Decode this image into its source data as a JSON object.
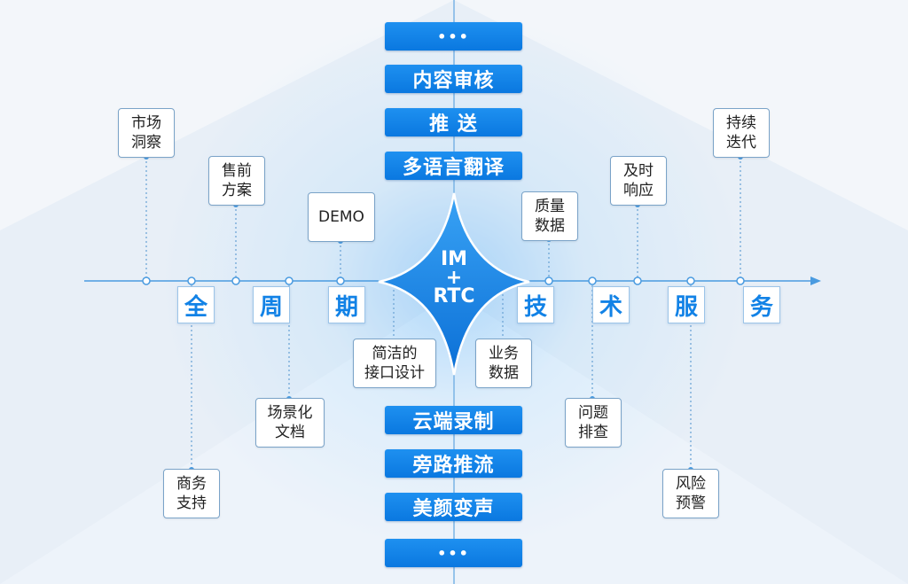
{
  "stack_top": [
    "•••",
    "内容审核",
    "推 送",
    "多语言翻译"
  ],
  "stack_bottom": [
    "云端录制",
    "旁路推流",
    "美颜变声",
    "•••"
  ],
  "center": {
    "line1": "IM",
    "line2": "+",
    "line3": "RTC"
  },
  "timeline_chars": [
    "全",
    "周",
    "期",
    "技",
    "术",
    "服",
    "务"
  ],
  "labels_above": {
    "market": "市场\n洞察",
    "presale": "售前\n方案",
    "demo": "DEMO",
    "quality": "质量\n数据",
    "response": "及时\n响应",
    "iteration": "持续\n迭代"
  },
  "labels_below": {
    "interface": "简洁的\n接口设计",
    "business_data": "业务\n数据",
    "scenario": "场景化\n文档",
    "issue": "问题\n排查",
    "business_support": "商务\n支持",
    "risk": "风险\n预警"
  },
  "colors": {
    "accent": "#1282e6",
    "line": "#4a9be0"
  }
}
